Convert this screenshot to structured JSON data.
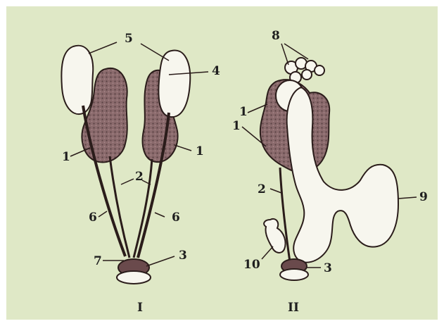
{
  "figure": {
    "background": "#dfe8c6",
    "colors": {
      "outline": "#2a1c1a",
      "lobe_fill": "#8a6a6c",
      "lobe_shade": "#4a3436",
      "pale_fill": "#f7f6ee"
    },
    "labels": {
      "l1": "1",
      "l2": "2",
      "l3": "3",
      "l4": "4",
      "l5": "5",
      "l6": "6",
      "l7": "7",
      "l8": "8",
      "l9": "9",
      "l10": "10"
    },
    "panels": {
      "left": "I",
      "right": "II"
    }
  }
}
